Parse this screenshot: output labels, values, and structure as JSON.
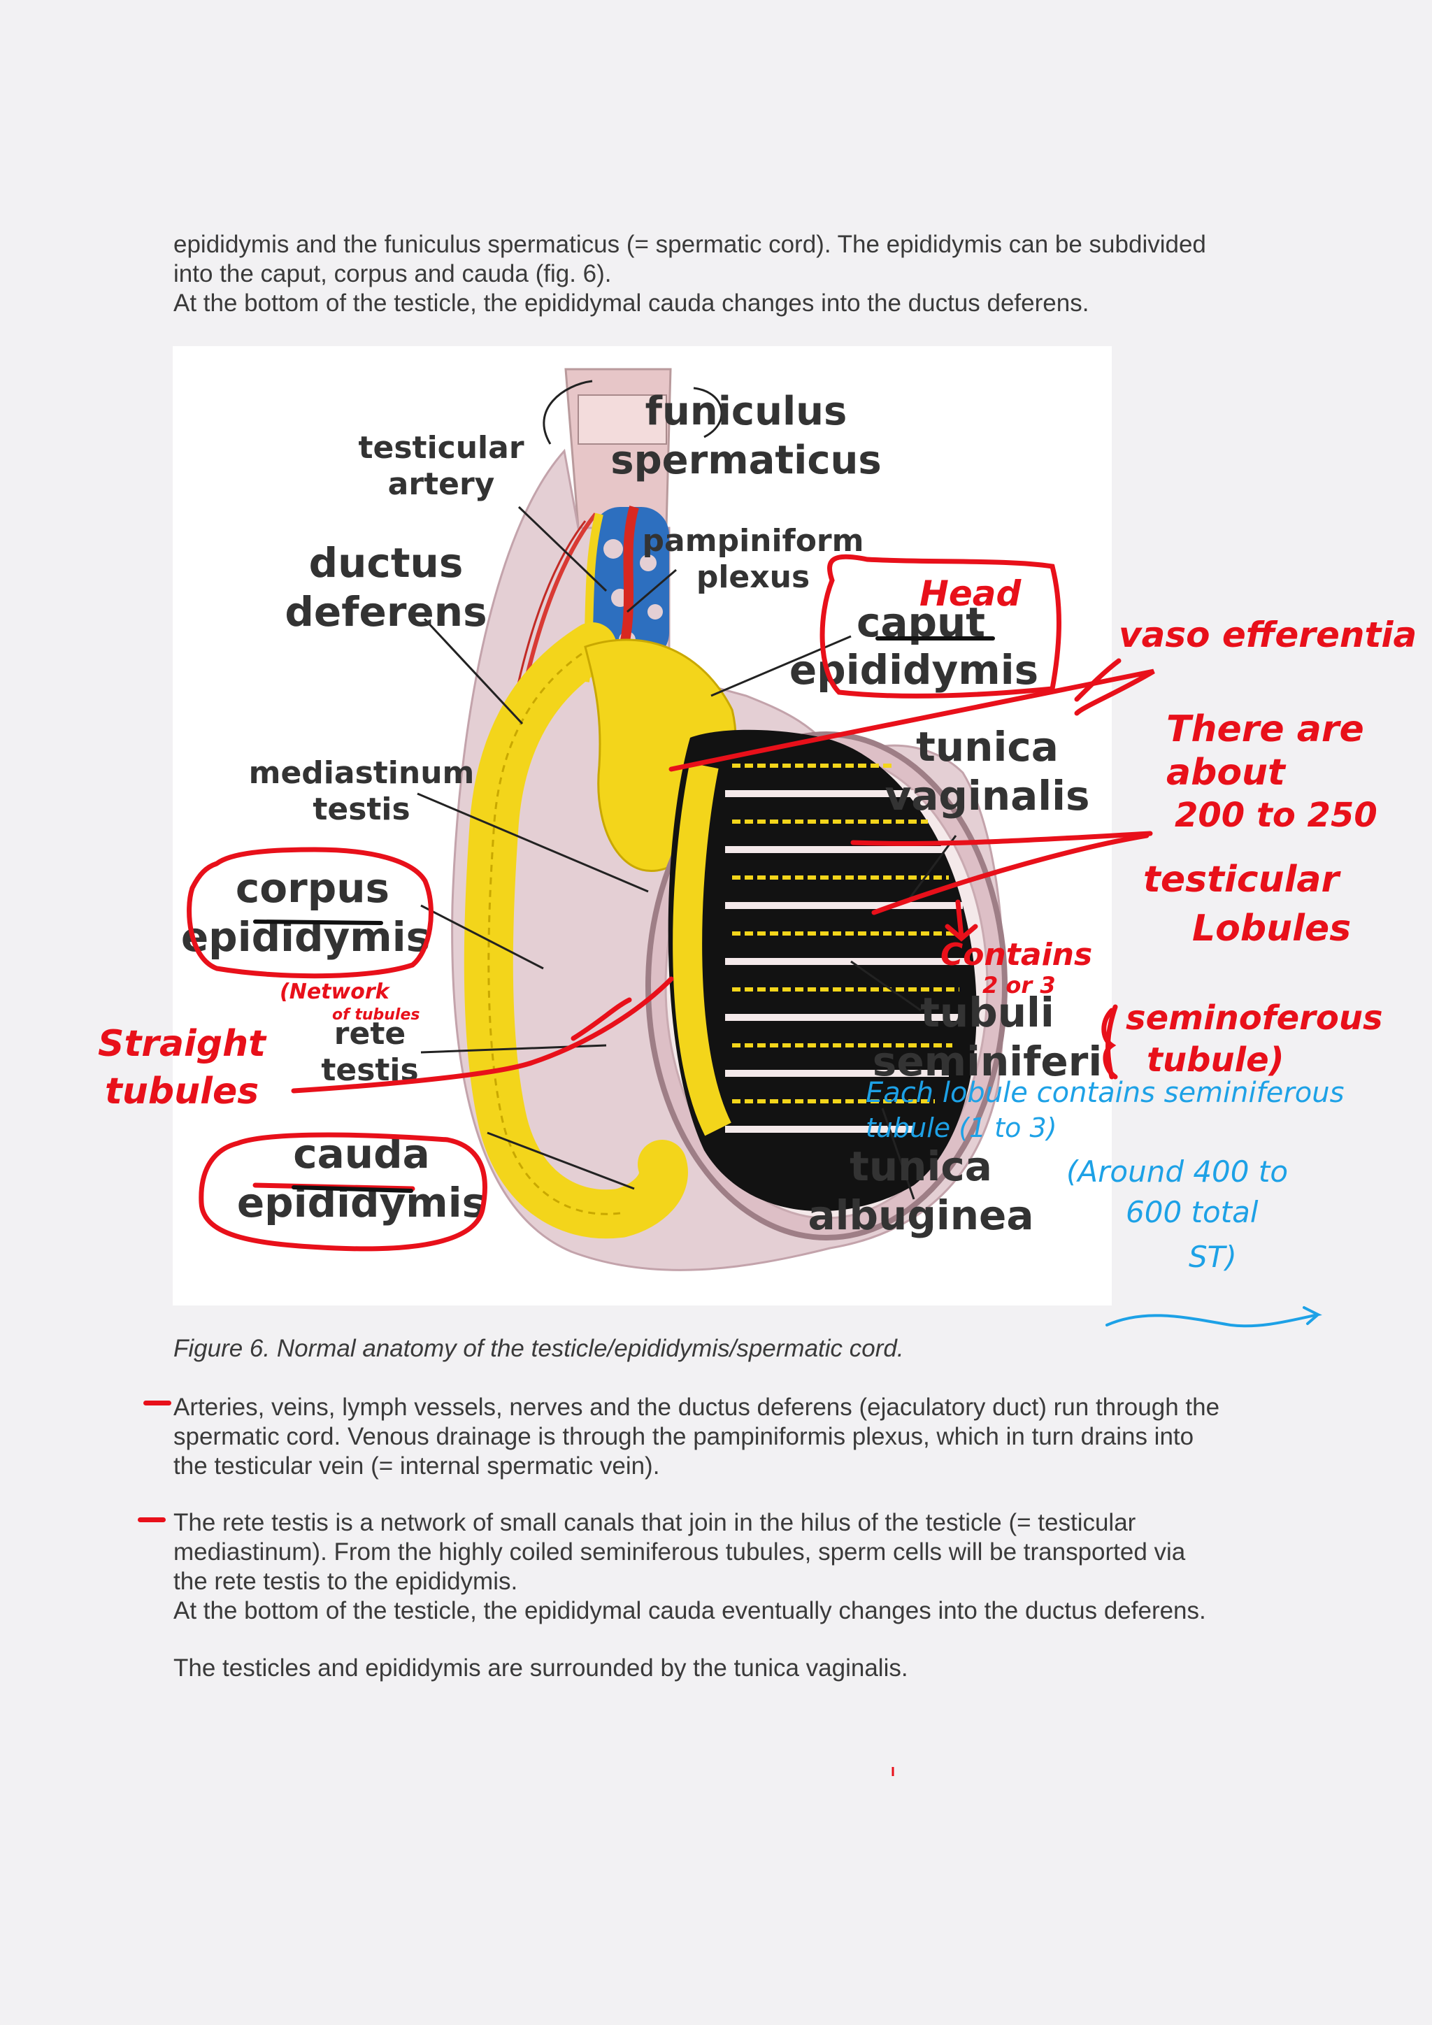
{
  "intro": {
    "lines": [
      "epididymis and the funiculus spermaticus (= spermatic cord). The epididymis can be subdivided",
      "into the caput, corpus and cauda (fig. 6).",
      "At the bottom of the testicle, the epididymal cauda changes into the ductus deferens."
    ]
  },
  "figure": {
    "labels": {
      "funiculus_1": "funiculus",
      "funiculus_2": "spermaticus",
      "artery_1": "testicular",
      "artery_2": "artery",
      "pamp_1": "pampiniform",
      "pamp_2": "plexus",
      "ductus_1": "ductus",
      "ductus_2": "deferens",
      "caput_1": "caput",
      "caput_2": "epididymis",
      "tunicav_1": "tunica",
      "tunicav_2": "vaginalis",
      "mediast_1": "mediastinum",
      "mediast_2": "testis",
      "corpus_1": "corpus",
      "corpus_2": "epididymis",
      "rete_1": "rete",
      "rete_2": "testis",
      "tubuli_1": "tubuli",
      "tubuli_2": "seminiferi",
      "cauda_1": "cauda",
      "cauda_2": "epididymis",
      "tunicaa_1": "tunica",
      "tunicaa_2": "albuginea"
    }
  },
  "annotations": {
    "head": "Head",
    "vasa": "vaso efferentia",
    "there_1": "There are",
    "there_2": "about",
    "there_3": "200 to 250",
    "there_4": "testicular",
    "there_5": "Lobules",
    "semi_1": "seminoferous",
    "semi_2": "tubule)",
    "contains_1": "Contains",
    "contains_2": "2 or 3",
    "network_1": "(Network",
    "network_2": "of tubules",
    "straight_1": "Straight",
    "straight_2": "tubules",
    "each_1": "Each lobule contains seminiferous",
    "each_2": "tubule (1 to 3)",
    "around_1": "(Around 400 to",
    "around_2": "600 total",
    "around_3": "ST)"
  },
  "caption": "Figure 6. Normal anatomy of the testicle/epididymis/spermatic cord.",
  "body": {
    "p1": [
      "Arteries, veins, lymph vessels, nerves and the ductus deferens (ejaculatory duct) run through the",
      "spermatic cord. Venous drainage is through the pampiniformis plexus,  which in turn drains into",
      "the testicular vein (= internal spermatic vein)."
    ],
    "p2": [
      "The rete testis is a network of small canals that join in the hilus of the testicle (= testicular",
      "mediastinum).  From the highly coiled seminiferous tubules, sperm cells will be transported via",
      "the rete testis to the epididymis.",
      "At the bottom of the testicle, the epididymal cauda eventually changes into the ductus deferens."
    ],
    "p3": [
      "The testicles and epididymis are surrounded by the tunica vaginalis."
    ]
  }
}
